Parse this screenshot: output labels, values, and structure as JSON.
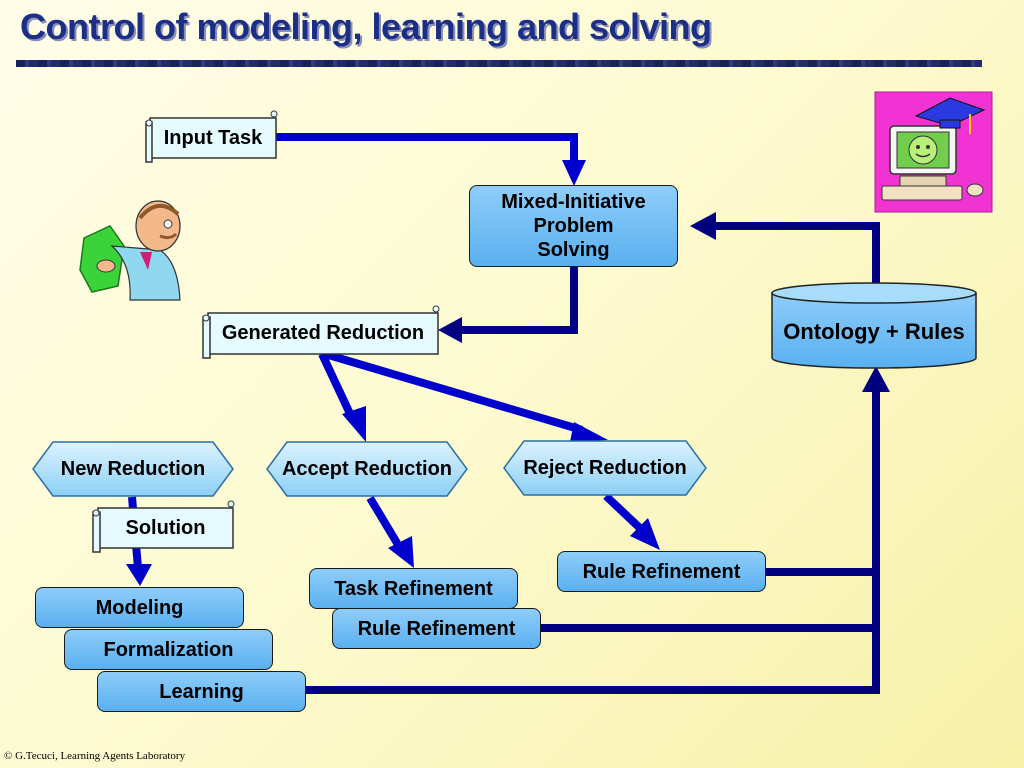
{
  "title": "Control of modeling, learning and solving",
  "nodes": {
    "input_task": "Input Task",
    "mixed_initiative": "Mixed-Initiative Problem Solving",
    "generated_reduction": "Generated Reduction",
    "ontology_rules": "Ontology + Rules",
    "new_reduction": "New Reduction",
    "accept_reduction": "Accept Reduction",
    "reject_reduction": "Reject Reduction",
    "solution": "Solution",
    "modeling": "Modeling",
    "formalization": "Formalization",
    "learning": "Learning",
    "task_refinement": "Task Refinement",
    "rule_refinement_1": "Rule Refinement",
    "rule_refinement_2": "Rule Refinement"
  },
  "colors": {
    "arrow": "#0000cc",
    "line": "#000080",
    "box_fill": "#6dbdf5",
    "scroll_fill": "#e6fbff",
    "title": "#1c2f86"
  },
  "icons": [
    "teacher-clipart-icon",
    "computer-graduate-icon",
    "database-cylinder-icon"
  ],
  "footer": "© G.Tecuci, Learning Agents Laboratory"
}
